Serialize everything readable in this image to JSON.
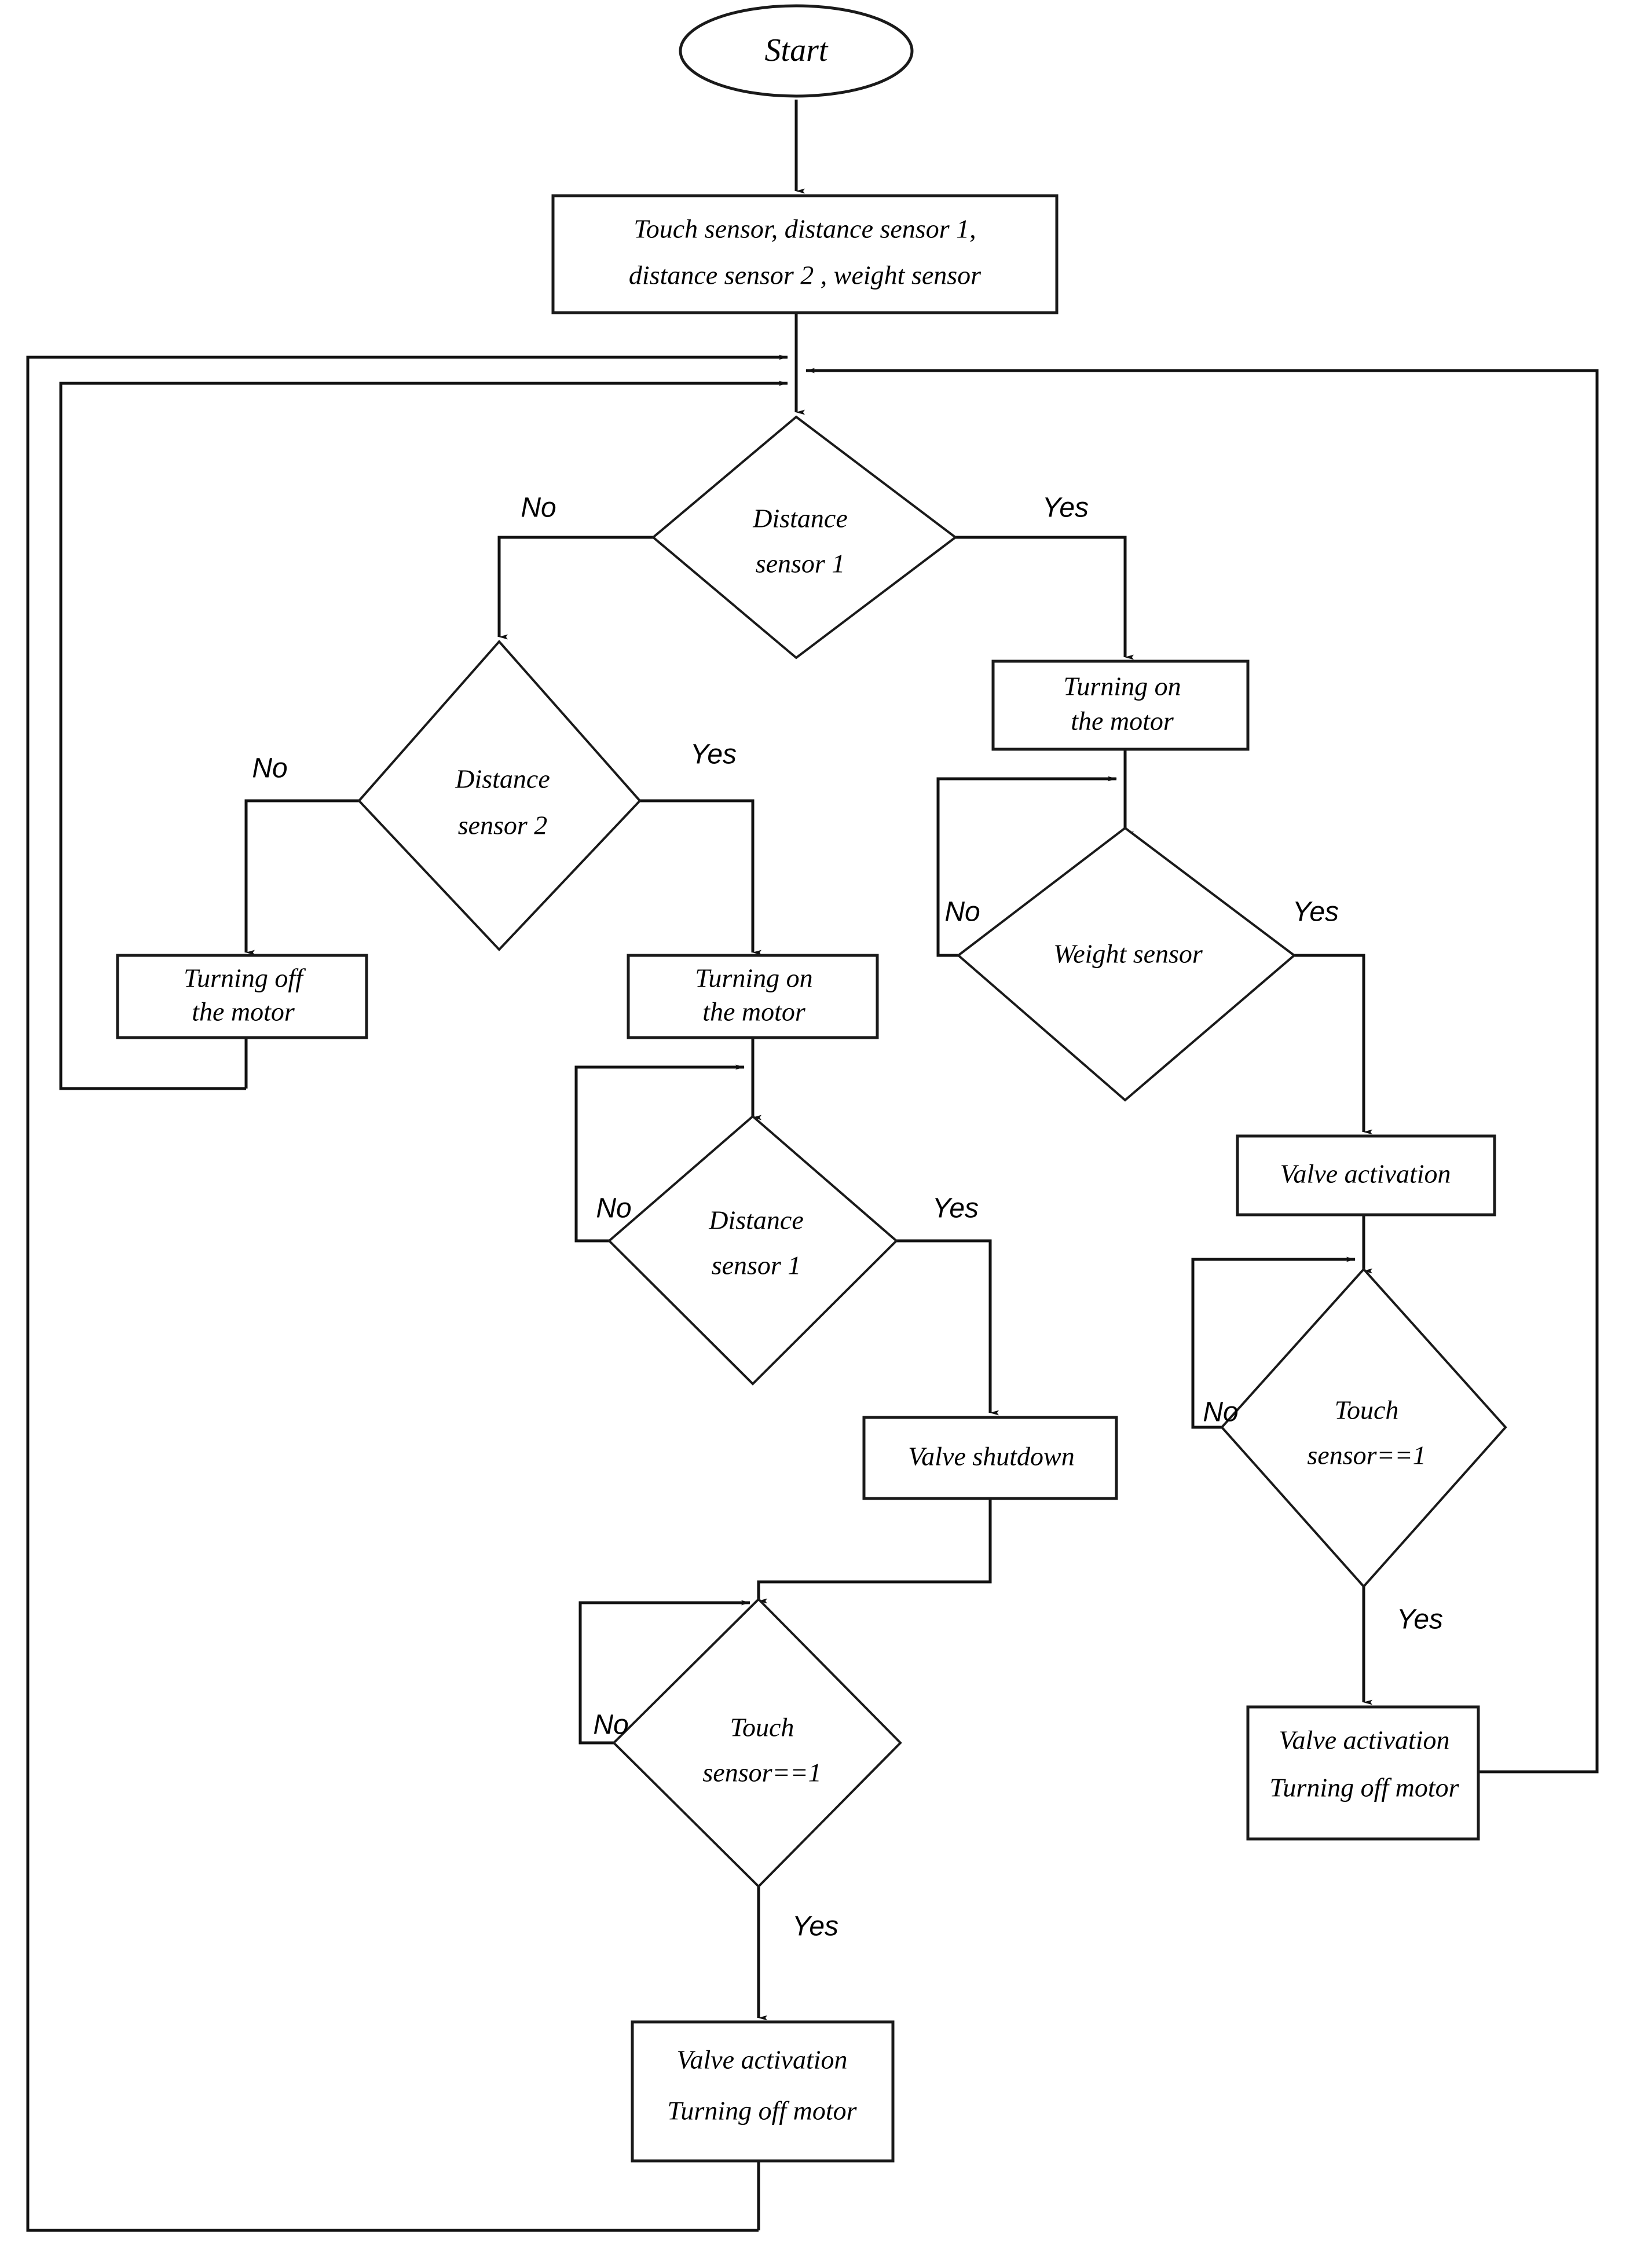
{
  "diagram": {
    "type": "flowchart",
    "title": "Sensor-driven motor and valve control flowchart",
    "orientation": "top-down",
    "background_color": "#ffffff",
    "line_color": "#111111",
    "text_color": "#000000"
  },
  "nodes": {
    "start": {
      "id": "start",
      "shape": "ellipse",
      "label": "Start"
    },
    "inputs": {
      "id": "inputs",
      "shape": "rectangle",
      "line1": "Touch sensor, distance sensor 1,",
      "line2": "distance sensor 2 , weight sensor"
    },
    "decision_distance1_top": {
      "id": "decision_distance1_top",
      "shape": "diamond",
      "line1": "Distance",
      "line2": "sensor 1",
      "yes_label": "Yes",
      "no_label": "No"
    },
    "decision_distance2": {
      "id": "decision_distance2",
      "shape": "diamond",
      "line1": "Distance",
      "line2": "sensor 2",
      "yes_label": "Yes",
      "no_label": "No"
    },
    "motor_off_left": {
      "id": "motor_off_left",
      "shape": "rectangle",
      "line1": "Turning off",
      "line2": "the motor"
    },
    "motor_on_middle": {
      "id": "motor_on_middle",
      "shape": "rectangle",
      "line1": "Turning on",
      "line2": "the motor"
    },
    "motor_on_right": {
      "id": "motor_on_right",
      "shape": "rectangle",
      "line1": "Turning on",
      "line2": "the motor"
    },
    "decision_weight": {
      "id": "decision_weight",
      "shape": "diamond",
      "line1": "Weight sensor",
      "yes_label": "Yes",
      "no_label": "No"
    },
    "valve_activation_right": {
      "id": "valve_activation_right",
      "shape": "rectangle",
      "line1": "Valve activation"
    },
    "decision_distance1_middle": {
      "id": "decision_distance1_middle",
      "shape": "diamond",
      "line1": "Distance",
      "line2": "sensor 1",
      "yes_label": "Yes",
      "no_label": "No"
    },
    "valve_shutdown": {
      "id": "valve_shutdown",
      "shape": "rectangle",
      "line1": "Valve shutdown"
    },
    "decision_touch_right": {
      "id": "decision_touch_right",
      "shape": "diamond",
      "line1": "Touch",
      "line2": "sensor==1",
      "yes_label": "Yes",
      "no_label": "No"
    },
    "decision_touch_middle": {
      "id": "decision_touch_middle",
      "shape": "diamond",
      "line1": "Touch",
      "line2": "sensor==1",
      "yes_label": "Yes",
      "no_label": "No"
    },
    "valve_motor_off_right": {
      "id": "valve_motor_off_right",
      "shape": "rectangle",
      "line1": "Valve activation",
      "line2": "Turning off motor"
    },
    "valve_motor_off_bottom": {
      "id": "valve_motor_off_bottom",
      "shape": "rectangle",
      "line1": "Valve activation",
      "line2": "Turning off motor"
    }
  },
  "edges": [
    {
      "from": "start",
      "to": "inputs",
      "label": ""
    },
    {
      "from": "inputs",
      "to": "decision_distance1_top",
      "label": ""
    },
    {
      "from": "decision_distance1_top",
      "to": "decision_distance2",
      "label": "No"
    },
    {
      "from": "decision_distance1_top",
      "to": "motor_on_right",
      "label": "Yes"
    },
    {
      "from": "decision_distance2",
      "to": "motor_off_left",
      "label": "No"
    },
    {
      "from": "decision_distance2",
      "to": "motor_on_middle",
      "label": "Yes"
    },
    {
      "from": "motor_off_left",
      "to": "decision_distance1_top",
      "label": ""
    },
    {
      "from": "motor_on_right",
      "to": "decision_weight",
      "label": ""
    },
    {
      "from": "decision_weight",
      "to": "decision_weight",
      "label": "No"
    },
    {
      "from": "decision_weight",
      "to": "valve_activation_right",
      "label": "Yes"
    },
    {
      "from": "valve_activation_right",
      "to": "decision_touch_right",
      "label": ""
    },
    {
      "from": "decision_touch_right",
      "to": "decision_touch_right",
      "label": "No"
    },
    {
      "from": "decision_touch_right",
      "to": "valve_motor_off_right",
      "label": "Yes"
    },
    {
      "from": "valve_motor_off_right",
      "to": "decision_distance1_top",
      "label": ""
    },
    {
      "from": "motor_on_middle",
      "to": "decision_distance1_middle",
      "label": ""
    },
    {
      "from": "decision_distance1_middle",
      "to": "decision_distance1_middle",
      "label": "No"
    },
    {
      "from": "decision_distance1_middle",
      "to": "valve_shutdown",
      "label": "Yes"
    },
    {
      "from": "valve_shutdown",
      "to": "decision_touch_middle",
      "label": ""
    },
    {
      "from": "decision_touch_middle",
      "to": "decision_touch_middle",
      "label": "No"
    },
    {
      "from": "decision_touch_middle",
      "to": "valve_motor_off_bottom",
      "label": "Yes"
    },
    {
      "from": "valve_motor_off_bottom",
      "to": "decision_distance1_top",
      "label": ""
    }
  ],
  "labels": {
    "yes": "Yes",
    "no": "No"
  }
}
